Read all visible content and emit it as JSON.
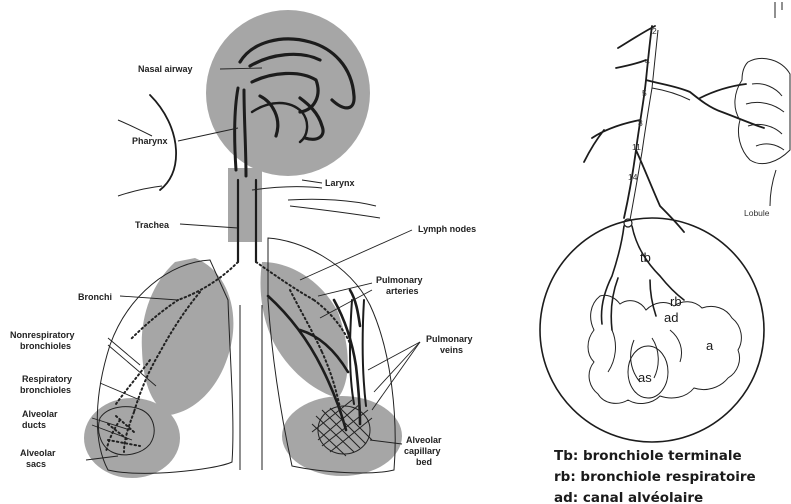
{
  "left_diagram": {
    "labels": {
      "nasal_airway": "Nasal airway",
      "pharynx": "Pharynx",
      "larynx": "Larynx",
      "trachea": "Trachea",
      "lymph_nodes": "Lymph nodes",
      "bronchi": "Bronchi",
      "pulmonary_arteries_1": "Pulmonary",
      "pulmonary_arteries_2": "arteries",
      "nonrespiratory_1": "Nonrespiratory",
      "nonrespiratory_2": "bronchioles",
      "pulmonary_veins_1": "Pulmonary",
      "pulmonary_veins_2": "veins",
      "respiratory_1": "Respiratory",
      "respiratory_2": "bronchioles",
      "alveolar_ducts_1": "Alveolar",
      "alveolar_ducts_2": "ducts",
      "alveolar_capillary_1": "Alveolar",
      "alveolar_capillary_2": "capillary",
      "alveolar_capillary_3": "bed",
      "alveolar_sacs_1": "Alveolar",
      "alveolar_sacs_2": "sacs"
    }
  },
  "right_diagram": {
    "labels": {
      "lobule": "Lobule",
      "tb": "tb",
      "rb": "rb",
      "ad": "ad",
      "as": "as",
      "a": "a"
    },
    "legend": [
      "Tb: bronchiole terminale",
      "rb: bronchiole respiratoire",
      "ad: canal alvéolaire"
    ]
  },
  "colors": {
    "shading": "#a6a6a6",
    "ink": "#1c1c1c"
  }
}
